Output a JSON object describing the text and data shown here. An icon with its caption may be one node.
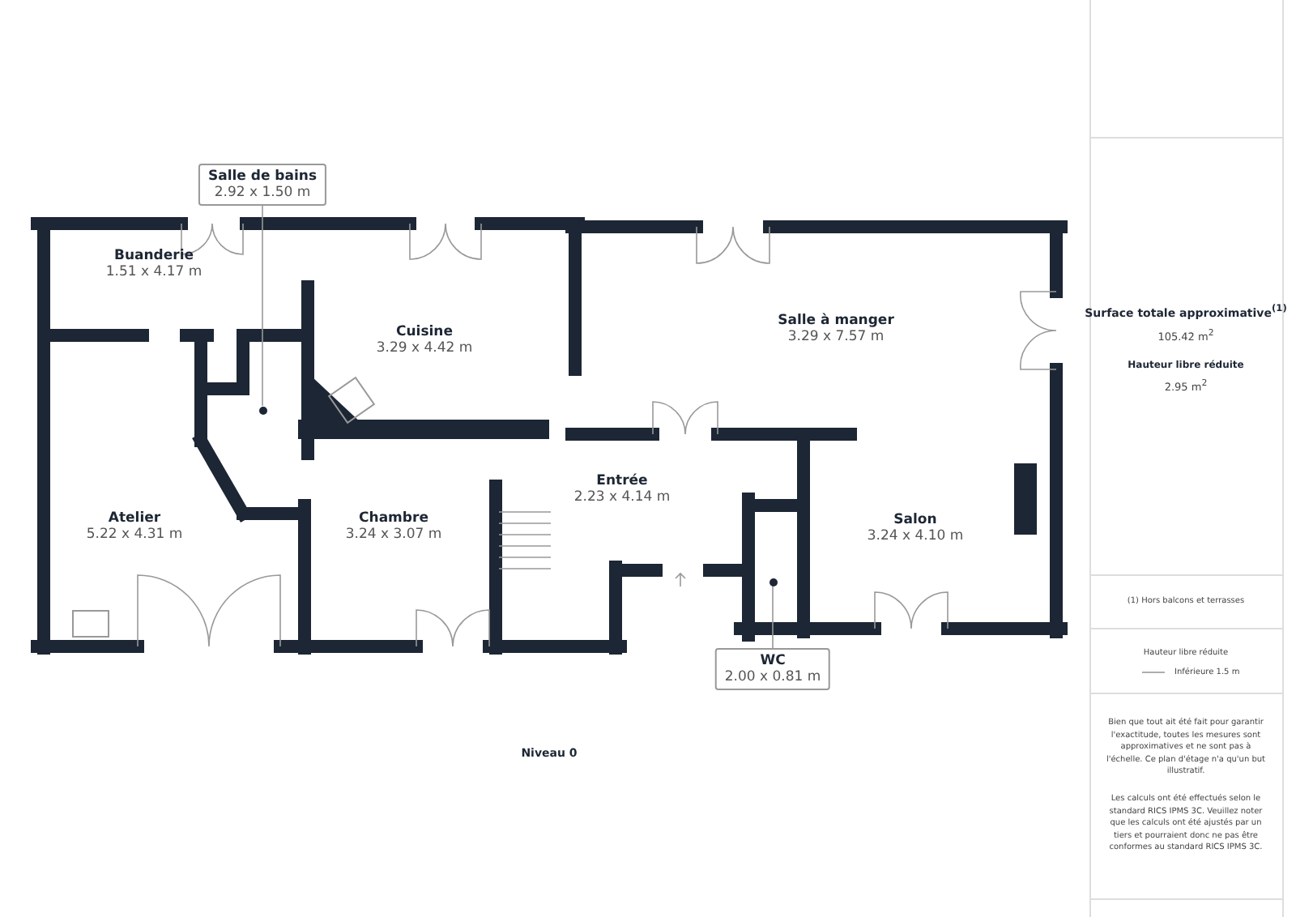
{
  "diagram": {
    "nodes": [
      {
        "text": [
          "Salle de bains",
          "2.92 x 1.50 m"
        ]
      },
      {
        "text": [
          "Buanderie",
          "1.51 x 4.17 m"
        ]
      },
      {
        "text": [
          "Salle à manger",
          "3.29 x 7.57 m"
        ]
      },
      {
        "text": [
          "Cuisine",
          "3.29 x 4.42 m"
        ]
      },
      {
        "text": [],
        "shape": "circle"
      },
      {
        "text": [
          "Entrée",
          "2.23 x 4.14 m"
        ]
      },
      {
        "text": [
          "Atelier",
          "5.22 x 4.31 m"
        ]
      },
      {
        "text": [
          "Chambre",
          "3.24 x 3.07 m"
        ]
      },
      {
        "text": [
          "Salon",
          "3.24 x 4.10 m"
        ]
      },
      {
        "text": [],
        "shape": "circle"
      },
      {
        "text": [
          "WC",
          "2.00 x 0.81 m"
        ]
      }
    ],
    "edges": [
      {
        "from": 0,
        "to": 4,
        "arrow": "none"
      },
      {
        "from": 10,
        "to": 9,
        "arrow": "none"
      }
    ],
    "labels": [
      "Niveau 0",
      "Surface totale approximative$^{(1)}$",
      "105.42 m$^{2}$",
      "Hauteur libre réduite",
      "2.95 m$^{2}$",
      "(1) Hors balcons et terrasses",
      "Hauteur libre réduite",
      "Bien que tout ait été fait pour garantir l'exactitude, toutes les mesures sont approximatives et ne sont pas à l'échelle. Ce plan d'étage n'a qu'un but illustratif.",
      "Les calculs ont été effectués selon le standard RICS IPMS 3C. Veuillez noter que les calculs ont été ajustés par un tiers et pourraient donc ne pas être conformes au standard RICS IPMS 3C."
    ],
    "legend": [
      {
        "text": "Inférieure 1.5 m"
      }
    ]
  }
}
